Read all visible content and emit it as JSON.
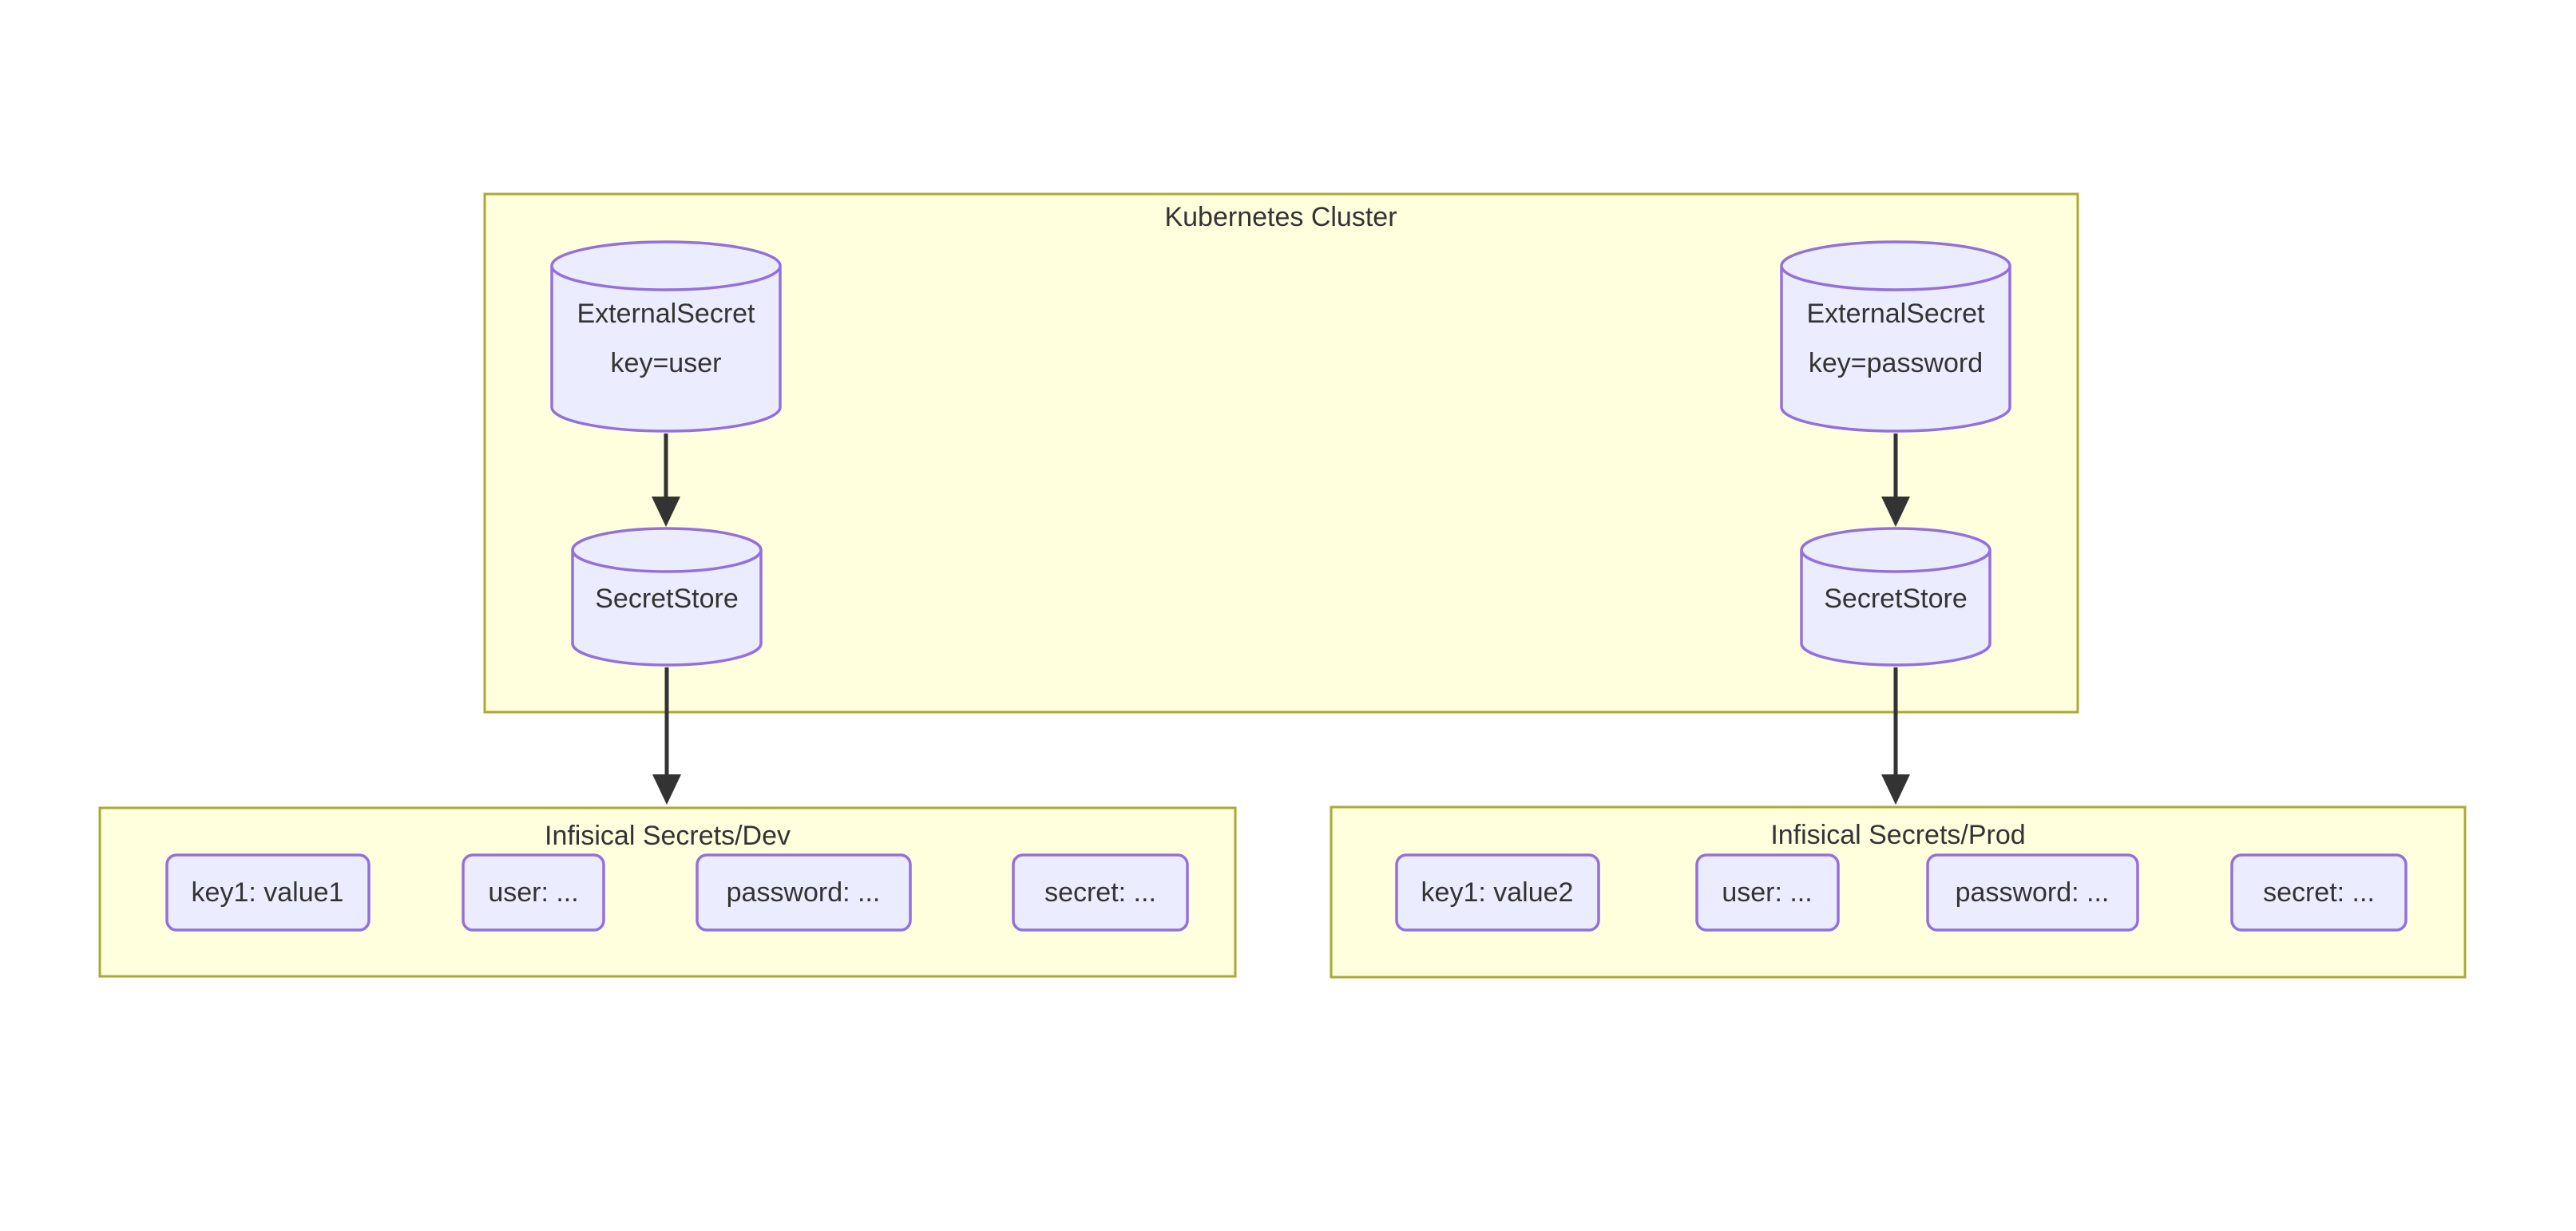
{
  "diagram": {
    "kubernetes_cluster": {
      "title": "Kubernetes Cluster"
    },
    "dev_pipeline": {
      "external_secret": {
        "line1": "ExternalSecret",
        "line2": "key=user"
      },
      "secret_store": {
        "label": "SecretStore"
      }
    },
    "prod_pipeline": {
      "external_secret": {
        "line1": "ExternalSecret",
        "line2": "key=password"
      },
      "secret_store": {
        "label": "SecretStore"
      }
    },
    "infisical_dev": {
      "title": "Infisical Secrets/Dev",
      "items": [
        "key1: value1",
        "user: ...",
        "password: ...",
        "secret: ..."
      ]
    },
    "infisical_prod": {
      "title": "Infisical Secrets/Prod",
      "items": [
        "key1: value2",
        "user: ...",
        "password: ...",
        "secret: ..."
      ]
    },
    "colors": {
      "cluster_fill": "#ffffde",
      "cluster_border": "#aaaa33",
      "node_fill": "#ececff",
      "node_border": "#9370db",
      "text_color": "#333333",
      "arrow_color": "#333333",
      "background": "#ffffff"
    }
  }
}
